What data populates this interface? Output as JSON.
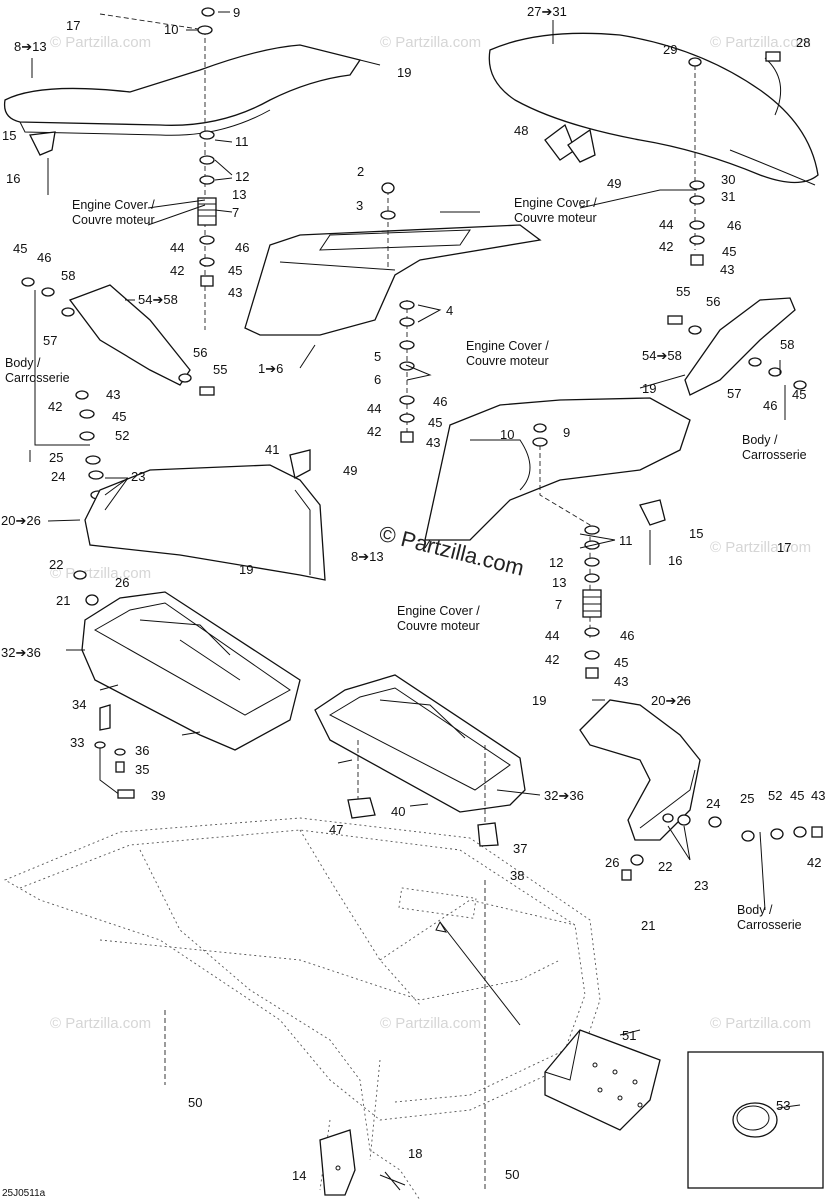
{
  "watermark_main": "© Partzilla.com",
  "watermark_faint": "© Partzilla.com",
  "figure_ref": "25J0511a",
  "text_labels": {
    "engine_cover": [
      "Engine Cover /",
      "Couvre moteur"
    ],
    "body": [
      "Body /",
      "Carrosserie"
    ]
  },
  "callouts": [
    "8➔13",
    "17",
    "10",
    "9",
    "19",
    "15",
    "16",
    "11",
    "12",
    "13",
    "7",
    "46",
    "44",
    "42",
    "45",
    "43",
    "27➔31",
    "28",
    "29",
    "48",
    "49",
    "30",
    "31",
    "46",
    "44",
    "45",
    "42",
    "43",
    "2",
    "3",
    "1➔6",
    "4",
    "5",
    "6",
    "46",
    "44",
    "45",
    "42",
    "43",
    "45",
    "46",
    "58",
    "54➔58",
    "57",
    "56",
    "55",
    "43",
    "42",
    "45",
    "52",
    "25",
    "24",
    "23",
    "20➔26",
    "22",
    "21",
    "26",
    "19",
    "41",
    "49",
    "55",
    "56",
    "54➔58",
    "58",
    "57",
    "46",
    "45",
    "19",
    "10",
    "9",
    "11",
    "15",
    "12",
    "13",
    "7",
    "46",
    "44",
    "42",
    "45",
    "43",
    "16",
    "17",
    "8➔13",
    "32➔36",
    "34",
    "33",
    "36",
    "35",
    "39",
    "40",
    "47",
    "37",
    "38",
    "32➔36",
    "19",
    "20➔26",
    "24",
    "25",
    "52",
    "45",
    "43",
    "42",
    "23",
    "22",
    "26",
    "21",
    "51",
    "50",
    "50",
    "53",
    "14",
    "18"
  ],
  "icon_names": [
    "drop-symbol-icon",
    "arrow-icon"
  ]
}
